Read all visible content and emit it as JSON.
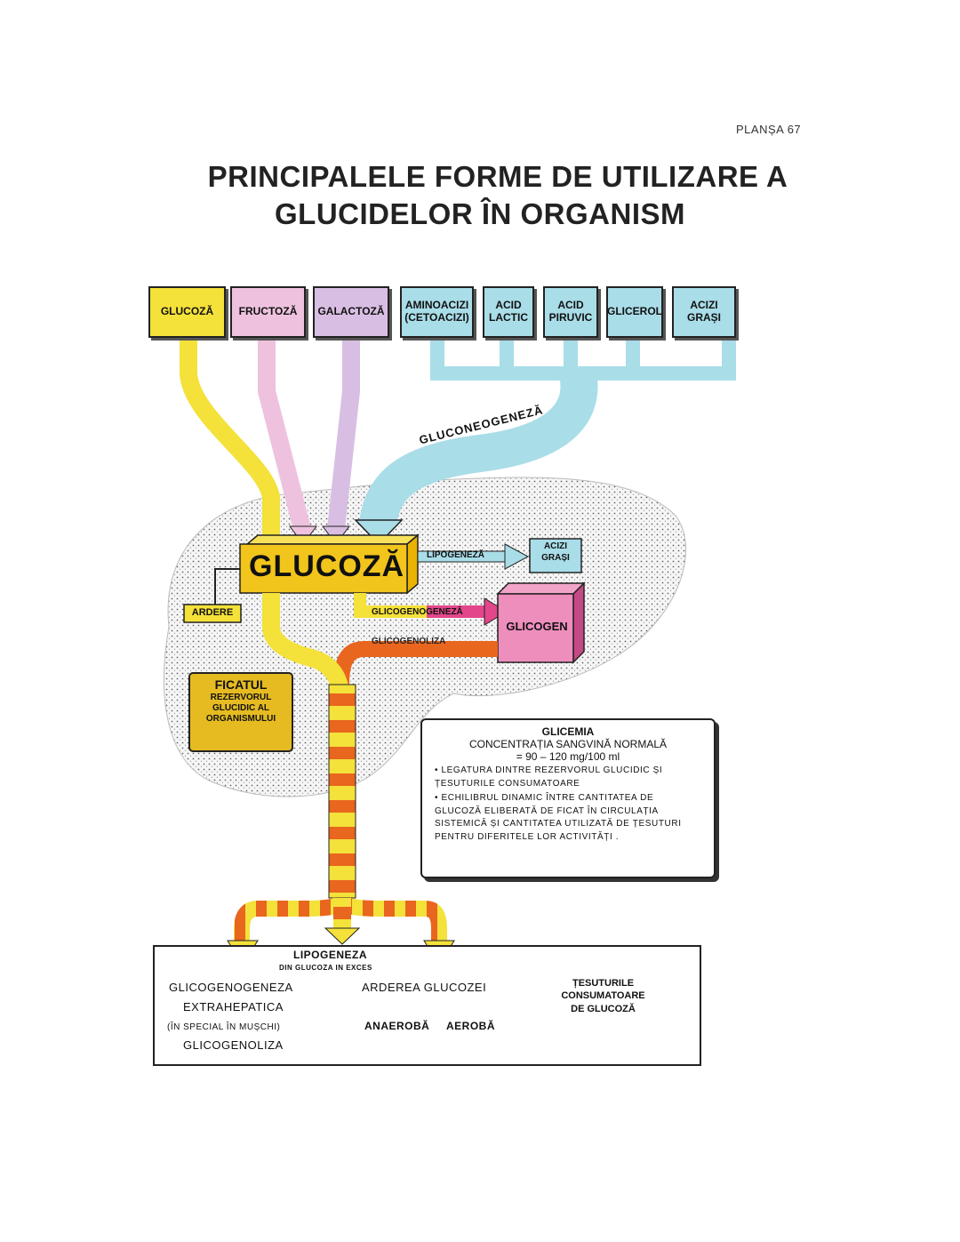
{
  "plate": "PLANȘA 67",
  "title": {
    "line1": "PRINCIPALELE FORME DE UTILIZARE A",
    "line2": "GLUCIDELOR ÎN ORGANISM"
  },
  "sources": [
    {
      "line1": "GLUCOZĂ",
      "line2": ""
    },
    {
      "line1": "FRUCTOZĂ",
      "line2": ""
    },
    {
      "line1": "GALACTOZĂ",
      "line2": ""
    },
    {
      "line1": "AMINOACIZI",
      "line2": "(CETOACIZI)"
    },
    {
      "line1": "ACID",
      "line2": "LACTIC"
    },
    {
      "line1": "ACID",
      "line2": "PIRUVIC"
    },
    {
      "line1": "GLICEROL",
      "line2": ""
    },
    {
      "line1": "ACIZI",
      "line2": "GRAȘI"
    }
  ],
  "gluconeogeneza": "GLUCONEOGENEZĂ",
  "glucoza_main": "GLUCOZĂ",
  "lipogeneza": "LIPOGENEZĂ",
  "acizi_grasi": {
    "line1": "ACIZI",
    "line2": "GRAȘI"
  },
  "glicogenogeneza": "GLICOGENOGENEZĂ",
  "glicogen": "GLICOGEN",
  "glicogenoliza": "GLICOGENOLIZA",
  "ardere": "ARDERE",
  "ficatul": {
    "line1": "FICATUL",
    "line2": "REZERVORUL",
    "line3": "GLUCIDIC AL",
    "line4": "ORGANISMULUI"
  },
  "glicemia": {
    "title": "GLICEMIA",
    "subtitle": "CONCENTRAȚIA SANGVINĂ NORMALĂ",
    "value": "= 90 – 120 mg/100 ml",
    "bullet1": "• LEGATURA DINTRE REZERVORUL GLUCIDIC ȘI ȚESUTURILE CONSUMATOARE",
    "bullet2": "• ECHILIBRUL DINAMIC ÎNTRE CANTITATEA DE GLUCOZĂ ELIBERATĂ DE FICAT ÎN CIRCULAȚIA SISTEMICĂ ȘI CANTITATEA UTILIZATĂ DE ȚESUTURI PENTRU DIFERITELE LOR ACTIVITĂȚI ."
  },
  "bottom": {
    "lipogeneza": "LIPOGENEZA",
    "din_glucoza": "DIN GLUCOZA IN EXCES",
    "glicogenogeneza": "GLICOGENOGENEZA",
    "extrahepatica": "EXTRAHEPATICA",
    "in_special": "(ÎN SPECIAL ÎN MUȘCHI)",
    "glicogenoliza": "GLICOGENOLIZA",
    "arderea": "ARDEREA GLUCOZEI",
    "anaeroba": "ANAEROBĂ",
    "aeroba": "AEROBĂ",
    "tesuturile": {
      "line1": "ȚESUTURILE",
      "line2": "CONSUMATOARE",
      "line3": "DE GLUCOZĂ"
    }
  },
  "colors": {
    "yellow": "#f4e13a",
    "pink": "#eec2de",
    "lilac": "#d9bee3",
    "blue": "#a9dde8",
    "orange": "#e8661e",
    "magenta": "#e3468b",
    "glycogen": "#ee8ebd"
  }
}
